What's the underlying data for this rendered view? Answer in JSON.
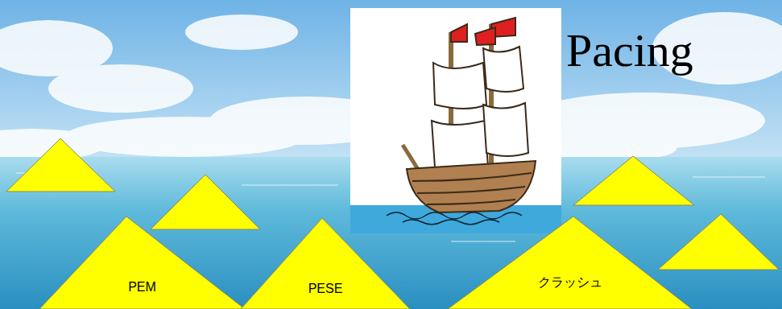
{
  "diagram": {
    "nodes": [
      {
        "text": [
          "PEM"
        ]
      },
      {
        "text": [
          "PESE"
        ]
      },
      {
        "text": [
          "クラッシュ"
        ]
      }
    ],
    "labels": [
      "Pacing"
    ]
  }
}
